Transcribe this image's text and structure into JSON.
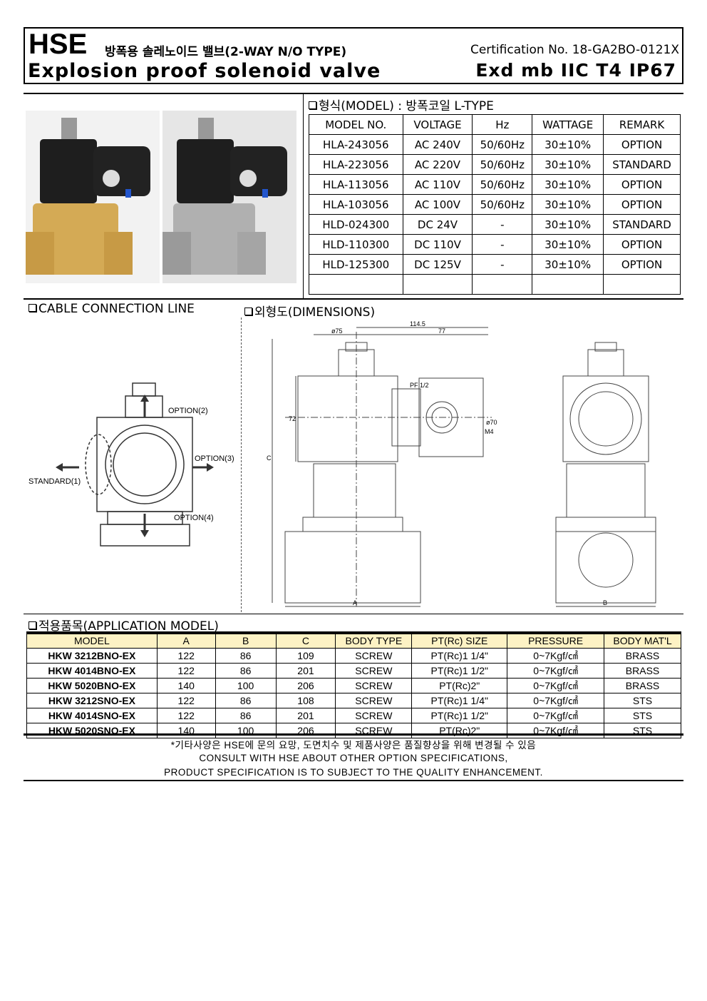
{
  "header": {
    "brand": "HSE",
    "ko_title": "방폭용 솔레노이드 밸브(2-WAY N/O TYPE)",
    "certification": "Certification No. 18-GA2BO-0121X",
    "en_title": "Explosion proof solenoid valve",
    "rating": "Exd mb IIC T4 IP67"
  },
  "model_section": {
    "title": "형식(MODEL) : 방폭코일 L-TYPE",
    "columns": [
      "MODEL NO.",
      "VOLTAGE",
      "Hz",
      "WATTAGE",
      "REMARK"
    ],
    "rows": [
      [
        "HLA-243056",
        "AC 240V",
        "50/60Hz",
        "30±10%",
        "OPTION"
      ],
      [
        "HLA-223056",
        "AC 220V",
        "50/60Hz",
        "30±10%",
        "STANDARD"
      ],
      [
        "HLA-113056",
        "AC 110V",
        "50/60Hz",
        "30±10%",
        "OPTION"
      ],
      [
        "HLA-103056",
        "AC 100V",
        "50/60Hz",
        "30±10%",
        "OPTION"
      ],
      [
        "HLD-024300",
        "DC 24V",
        "-",
        "30±10%",
        "STANDARD"
      ],
      [
        "HLD-110300",
        "DC 110V",
        "-",
        "30±10%",
        "OPTION"
      ],
      [
        "HLD-125300",
        "DC 125V",
        "-",
        "30±10%",
        "OPTION"
      ],
      [
        "",
        "",
        "",
        "",
        ""
      ]
    ]
  },
  "cable_section": {
    "title": "CABLE CONNECTION LINE",
    "labels": {
      "opt2": "OPTION(2)",
      "opt3": "OPTION(3)",
      "opt4": "OPTION(4)",
      "std": "STANDARD(1)"
    }
  },
  "dim_section": {
    "title": "외형도(DIMENSIONS)",
    "labels": {
      "d1": "114.5",
      "d2": "ø75",
      "d3": "77",
      "d4": "72",
      "d5": "C",
      "d6": "PF 1/2",
      "d7": "ø70",
      "d8": "M4",
      "d9": "A",
      "d10": "B"
    }
  },
  "app_section": {
    "title": "적용품목(APPLICATION MODEL)",
    "columns": [
      "MODEL",
      "A",
      "B",
      "C",
      "BODY TYPE",
      "PT(Rc) SIZE",
      "PRESSURE",
      "BODY MAT'L"
    ],
    "rows": [
      [
        "HKW 3212BNO-EX",
        "122",
        "86",
        "109",
        "SCREW",
        "PT(Rc)1 1/4\"",
        "0~7Kgf/㎠",
        "BRASS"
      ],
      [
        "HKW 4014BNO-EX",
        "122",
        "86",
        "201",
        "SCREW",
        "PT(Rc)1 1/2\"",
        "0~7Kgf/㎠",
        "BRASS"
      ],
      [
        "HKW 5020BNO-EX",
        "140",
        "100",
        "206",
        "SCREW",
        "PT(Rc)2\"",
        "0~7Kgf/㎠",
        "BRASS"
      ],
      [
        "HKW 3212SNO-EX",
        "122",
        "86",
        "108",
        "SCREW",
        "PT(Rc)1 1/4\"",
        "0~7Kgf/㎠",
        "STS"
      ],
      [
        "HKW 4014SNO-EX",
        "122",
        "86",
        "201",
        "SCREW",
        "PT(Rc)1 1/2\"",
        "0~7Kgf/㎠",
        "STS"
      ],
      [
        "HKW 5020SNO-EX",
        "140",
        "100",
        "206",
        "SCREW",
        "PT(Rc)2\"",
        "0~7Kgf/㎠",
        "STS"
      ]
    ]
  },
  "notes": [
    "*기타사양은 HSE에 문의 요망, 도면치수 및 제품사양은 품질향상을 위해 변경될 수 있음",
    "CONSULT WITH HSE ABOUT OTHER OPTION SPECIFICATIONS,",
    "PRODUCT SPECIFICATION IS TO SUBJECT TO THE QUALITY ENHANCEMENT."
  ]
}
